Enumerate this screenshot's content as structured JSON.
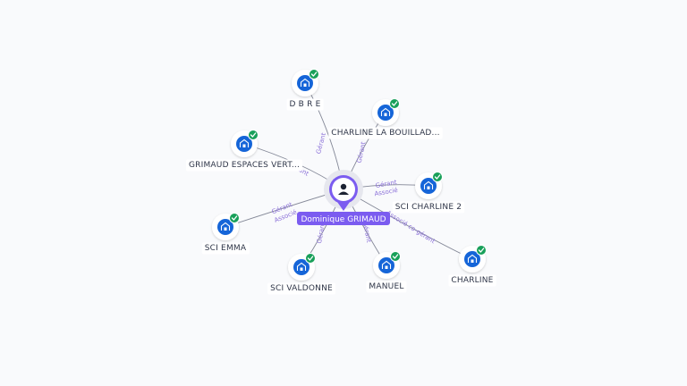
{
  "center": {
    "name": "Dominique GRIMAUD",
    "icon": "person-icon",
    "color": "#7b5cf0",
    "ring_color": "#e4e5ec"
  },
  "colors": {
    "company_icon": "#1565d8",
    "verified_badge": "#19a05a",
    "edge": "#5c6276",
    "edge_label": "#8a6fd8"
  },
  "nodes": [
    {
      "id": "dbre",
      "label": "D B R E",
      "icon": "building-icon",
      "verified": true,
      "relations": [
        "Gérant"
      ]
    },
    {
      "id": "charline-bouillad",
      "label": "CHARLINE LA BOUILLAD...",
      "icon": "building-icon",
      "verified": true,
      "relations": [
        "Gérant"
      ]
    },
    {
      "id": "grimaud-espaces-verts",
      "label": "GRIMAUD ESPACES VERT...",
      "icon": "building-icon",
      "verified": true,
      "relations": [
        "Gérant"
      ]
    },
    {
      "id": "sci-charline-2",
      "label": "SCI CHARLINE 2",
      "icon": "building-icon",
      "verified": true,
      "relations": [
        "Gérant",
        "Associé"
      ]
    },
    {
      "id": "sci-emma",
      "label": "SCI EMMA",
      "icon": "building-icon",
      "verified": true,
      "relations": [
        "Gérant",
        "Associé"
      ]
    },
    {
      "id": "sci-valdonne",
      "label": "SCI VALDONNE",
      "icon": "building-icon",
      "verified": true,
      "relations": [
        "Gérant"
      ]
    },
    {
      "id": "manuel",
      "label": "MANUEL",
      "icon": "building-icon",
      "verified": true,
      "relations": [
        "Gérant"
      ]
    },
    {
      "id": "charline",
      "label": "CHARLINE",
      "icon": "building-icon",
      "verified": true,
      "relations": [
        "Associé co-gérant"
      ]
    }
  ]
}
